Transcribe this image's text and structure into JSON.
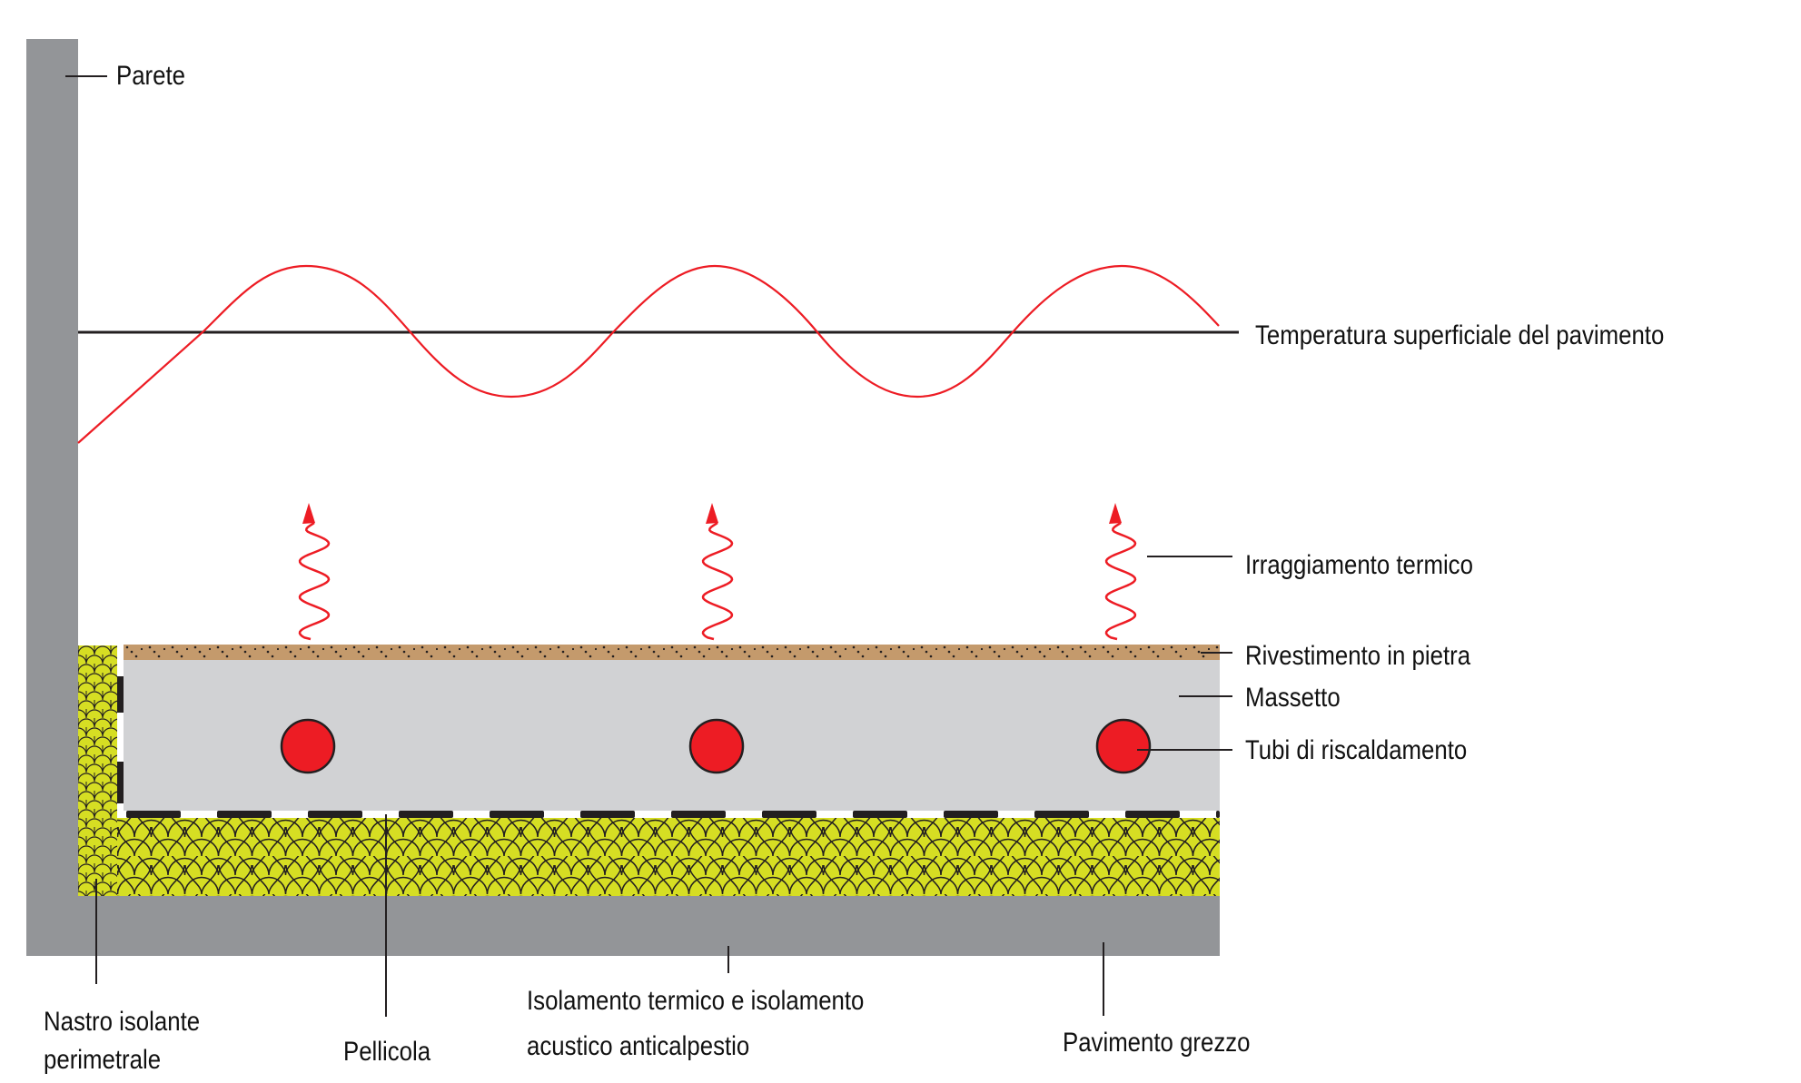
{
  "title": "Sezione pavimento radiante",
  "labels": {
    "wall": "Parete",
    "surface_temperature": "Temperatura superficiale del pavimento",
    "thermal_radiation": "Irraggiamento termico",
    "stone_covering": "Rivestimento in pietra",
    "screed": "Massetto",
    "heating_pipes": "Tubi di riscaldamento",
    "edge_strip_line1": "Nastro isolante",
    "edge_strip_line2": "perimetrale",
    "film": "Pellicola",
    "insulation_line1": "Isolamento termico e isolamento",
    "insulation_line2": "acustico anticalpestio",
    "raw_floor": "Pavimento grezzo"
  },
  "elements": {
    "heating_pipe_count": 3,
    "radiation_arrow_count": 3
  },
  "colors": {
    "wall": "#939598",
    "stone": "#C49A6C",
    "screed": "#D1D2D4",
    "insulation": "#D6DE23",
    "pipe": "#ED1C24",
    "temperature_curve": "#ED1C24",
    "line": "#231F20"
  }
}
